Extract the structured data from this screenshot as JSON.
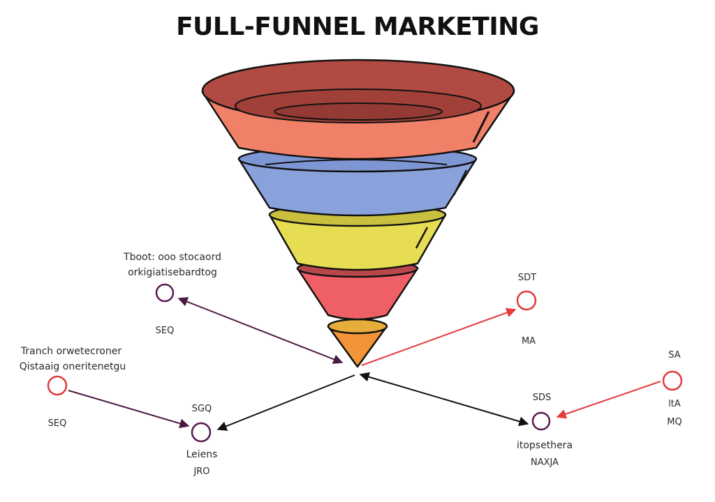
{
  "title": "FULL-FUNNEL MARKETING",
  "colors": {
    "stage1": "#f08068",
    "stage1_rim": "#b04a42",
    "stage2": "#8aa2dc",
    "stage3": "#e6dd52",
    "stage4": "#ef5f66",
    "stage4_rim": "#b8474b",
    "stage5": "#f39438",
    "stage5_rim": "#e6ad3a",
    "arrow_purple": "#4a1942",
    "arrow_red": "#e53b3b",
    "arrow_black": "#111111",
    "node_purple": "#5a1a50",
    "node_red": "#e03a3a"
  },
  "labels": {
    "top_left_line1": "Tboot: ooo stocaord",
    "top_left_line2": "orkigiatisebardtog",
    "top_left_node": "SEQ",
    "left_line1": "Tranch orwetecroner",
    "left_line2": "Qistaaig oneritenetgu",
    "left_node": "SEQ",
    "bottom_left_top": "SGQ",
    "bottom_left_mid": "Leiens",
    "bottom_left_bot": "JRO",
    "top_right_top": "SDT",
    "top_right_bot": "MA",
    "bottom_right_top": "SDS",
    "bottom_right_mid": "itopsethera",
    "bottom_right_bot": "NAXJA",
    "far_right_top": "SA",
    "far_right_mid": "ltA",
    "far_right_bot": "MQ"
  }
}
